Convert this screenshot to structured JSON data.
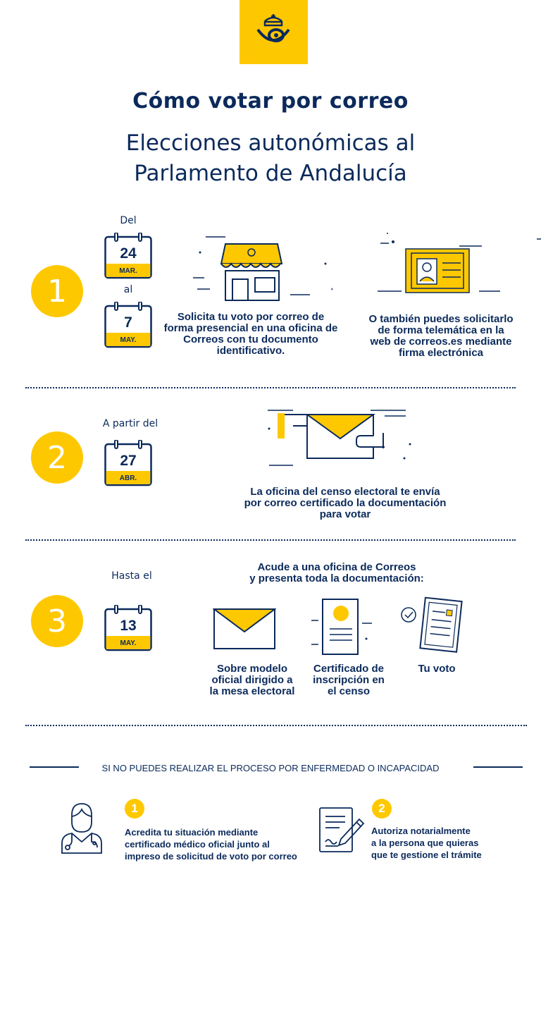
{
  "header": {
    "title": "Cómo votar por correo",
    "subtitle_line1": "Elecciones autonómicas al",
    "subtitle_line2": "Parlamento de Andalucía"
  },
  "colors": {
    "brand_yellow": "#fec800",
    "navy": "#0b2a5b"
  },
  "step1": {
    "number": "1",
    "from_label": "Del",
    "from_day": "24",
    "from_month": "MAR.",
    "to_label": "al",
    "to_day": "7",
    "to_month": "MAY.",
    "office_text": [
      "Solicita tu voto por correo de",
      "forma presencial en una oficina de",
      "Correos con tu documento",
      "identificativo."
    ],
    "online_text": [
      "O también puedes solicitarlo",
      "de forma telemática en la",
      "web de correos.es mediante",
      "firma electrónica"
    ]
  },
  "step2": {
    "number": "2",
    "label": "A partir del",
    "day": "27",
    "month": "ABR.",
    "text": [
      "La oficina del censo electoral te envía",
      "por correo certificado la documentación",
      "para votar"
    ]
  },
  "step3": {
    "number": "3",
    "label": "Hasta el",
    "day": "13",
    "month": "MAY.",
    "heading": [
      "Acude a una oficina de Correos",
      "y presenta toda la documentación:"
    ],
    "item1": [
      "Sobre modelo",
      "oficial dirigido a",
      "la mesa electoral"
    ],
    "item2": [
      "Certificado de",
      "inscripción en",
      "el censo"
    ],
    "item3": [
      "Tu voto"
    ]
  },
  "illness": {
    "banner": "SI NO PUEDES REALIZAR EL PROCESO POR ENFERMEDAD O INCAPACIDAD",
    "item1_number": "1",
    "item1_text": [
      "Acredita tu situación mediante",
      "certificado médico oficial junto al",
      "impreso de solicitud de voto por correo"
    ],
    "item2_number": "2",
    "item2_text": [
      "Autoriza notarialmente",
      "a la persona que quieras",
      "que te gestione el trámite"
    ]
  }
}
